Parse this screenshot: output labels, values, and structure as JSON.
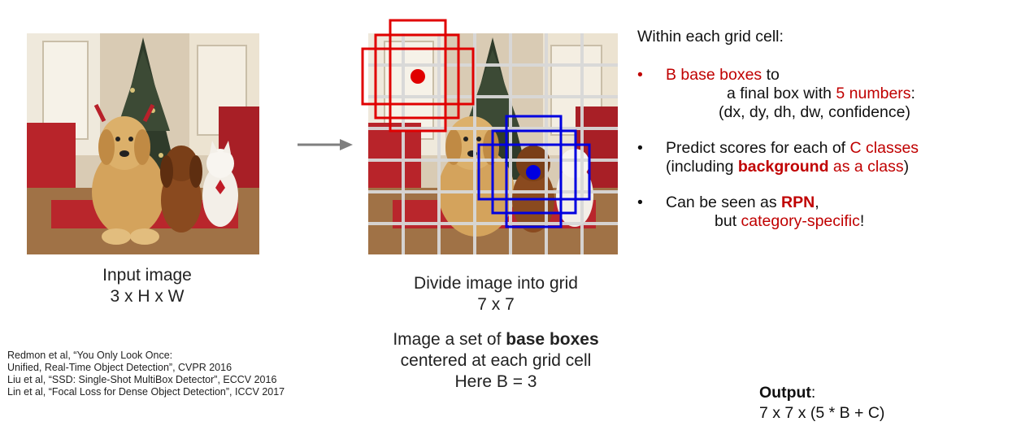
{
  "input_image": {
    "caption_line1": "Input image",
    "caption_line2": "3 x H x W"
  },
  "grid_image": {
    "caption_line1": "Divide image into grid",
    "caption_line2": "7 x 7",
    "desc_line1_prefix": "Image a set of ",
    "desc_line1_bold": "base boxes",
    "desc_line2": "centered at each grid cell",
    "desc_line3": "Here B = 3",
    "colors": {
      "red_box": "#e00000",
      "blue_box": "#0000e0",
      "grid": "#d8d8d8"
    }
  },
  "references": [
    "Redmon et al, “You Only Look Once:",
    "Unified, Real-Time Object Detection”, CVPR 2016",
    "Liu et al, “SSD: Single-Shot MultiBox Detector”, ECCV 2016",
    "Lin et al, “Focal Loss for Dense Object Detection”, ICCV 2017"
  ],
  "panel": {
    "heading": "Within each grid cell:",
    "bullet1": {
      "marker": "•",
      "line1_red": "B base boxes",
      "line1_rest": " to",
      "line2_prefix": "a final box with ",
      "line2_red": "5 numbers",
      "line2_suffix": ":",
      "line3": "(dx, dy, dh, dw, confidence)"
    },
    "bullet2": {
      "marker": "•",
      "line1_prefix": "Predict scores for each of ",
      "line1_red": "C classes",
      "line2_prefix": "(including ",
      "line2_bold_red": "background",
      "line2_red": " as a class",
      "line2_suffix": ")"
    },
    "bullet3": {
      "marker": "•",
      "line1_prefix": "Can be seen as ",
      "line1_bold_red": "RPN",
      "line1_suffix": ",",
      "line2_prefix": "but ",
      "line2_red": "category-specific",
      "line2_suffix": "!"
    }
  },
  "output": {
    "label_bold": "Output",
    "label_suffix": ":",
    "formula": "7 x 7 x (5 * B + C)"
  },
  "colors": {
    "accent_red": "#c00000",
    "arrow": "#7f7f7f"
  }
}
